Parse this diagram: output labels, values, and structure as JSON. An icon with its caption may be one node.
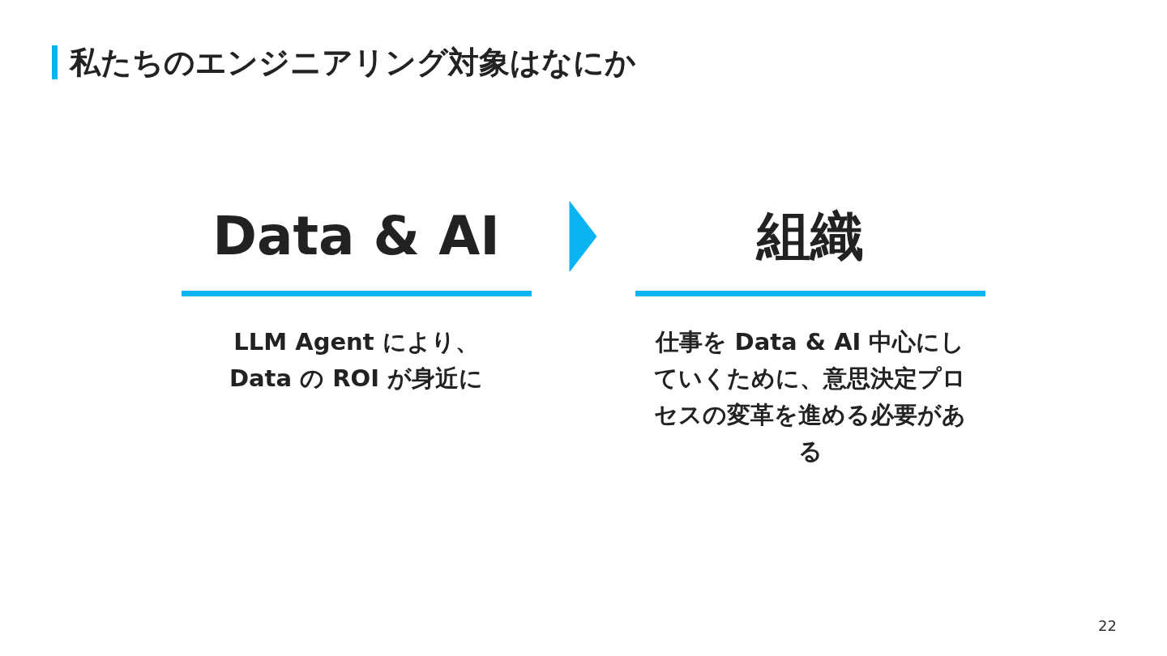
{
  "diagram": {
    "title": "私たちのエンジニアリング対象はなにか",
    "nodes": [
      {
        "text": [
          "Data & AI",
          "LLM Agent により、 Data の ROI が身近に"
        ]
      },
      {
        "text": [
          "組織",
          "仕事を Data & AI 中心にしていくために、意思決定プロセスの変革を進める必要がある"
        ]
      }
    ],
    "edges": [
      {
        "from": 0,
        "to": 1,
        "arrow": "to"
      }
    ],
    "labels": [
      "22"
    ]
  }
}
